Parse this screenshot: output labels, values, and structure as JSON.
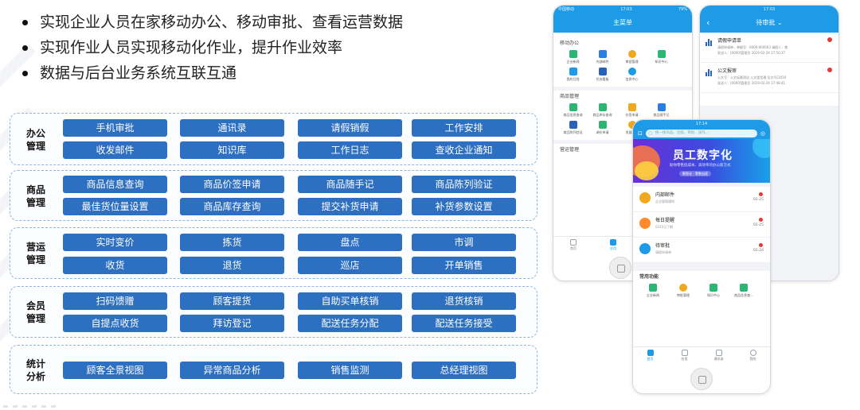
{
  "bullets": [
    "实现企业人员在家移动办公、移动审批、查看运营数据",
    "实现作业人员实现移动化作业，提升作业效率",
    "数据与后台业务系统互联互通"
  ],
  "groups": [
    {
      "title_line1": "办公",
      "title_line2": "管理",
      "buttons": [
        "手机审批",
        "通讯录",
        "请假销假",
        "工作安排",
        "收发邮件",
        "知识库",
        "工作日志",
        "查收企业通知"
      ]
    },
    {
      "title_line1": "商品",
      "title_line2": "管理",
      "buttons": [
        "商品信息查询",
        "商品价签申请",
        "商品随手记",
        "商品陈列验证",
        "最佳货位量设置",
        "商品库存查询",
        "提交补货申请",
        "补货参数设置"
      ]
    },
    {
      "title_line1": "营运",
      "title_line2": "管理",
      "buttons": [
        "实时变价",
        "拣货",
        "盘点",
        "市调",
        "收货",
        "退货",
        "巡店",
        "开单销售"
      ]
    },
    {
      "title_line1": "会员",
      "title_line2": "管理",
      "buttons": [
        "扫码馈赠",
        "顾客提货",
        "自助买单核销",
        "退货核销",
        "自提点收货",
        "拜访登记",
        "配送任务分配",
        "配送任务接受"
      ]
    },
    {
      "title_line1": "统计",
      "title_line2": "分析",
      "buttons": [
        "顾客全景视图",
        "异常商品分析",
        "销售监测",
        "总经理视图"
      ]
    }
  ],
  "phone_main": {
    "title": "主菜单",
    "status_left": "中国移动",
    "status_time": "17:03",
    "status_right": "79%",
    "section1": "移动办公",
    "office_items": [
      "企业新闻",
      "内部邮件",
      "审批管理",
      "知识中心",
      "我的日程",
      "任务看板",
      "信息中心"
    ],
    "section2": "商品管理",
    "goods_items": [
      "商品信息查询",
      "商品库存查询",
      "价签申请",
      "商品随手记",
      "商品陈列验证",
      "调价申请",
      "发展补货"
    ],
    "section3": "营运管理",
    "nav": [
      "首页",
      "应用"
    ]
  },
  "phone_approval": {
    "title": "待审批",
    "status_time": "17:03",
    "items": [
      {
        "title": "请假申请单",
        "line1": "请假申请单，单据号：0000-000003 请假人：曾",
        "line2": "发送人：[0000]管理员    2019-02-24 17:50:37"
      },
      {
        "title": "公文报审",
        "line1": "公文号：公文标题测试 公文类型通 及文号[2019",
        "line2": "发送人：[0000]管理员    2019-02-24 17:48:41"
      }
    ]
  },
  "phone_front": {
    "status_time": "17:14",
    "search_placeholder": "搜一搜商品、功能、审批、操作...",
    "banner_title": "员工数字化",
    "banner_sub": "助你零售低成本、高效率的办公新方式",
    "banner_btn": "数智化 · 零售加速",
    "messages": [
      {
        "title": "内部邮件",
        "sub": "企业管理通知",
        "date": "02-25"
      },
      {
        "title": "每日提醒",
        "sub": "0315日了解",
        "date": "02-25"
      },
      {
        "title": "待审批",
        "sub": "请假申请单",
        "date": "02-24"
      }
    ],
    "common_title": "常用功能",
    "common_items": [
      "企业新闻",
      "审批管理",
      "知识中心",
      "商品信息查..."
    ],
    "nav": [
      "首页",
      "应用",
      "通讯录",
      "我的"
    ]
  },
  "colors": {
    "button_blue": "#2d6fc0",
    "header_blue": "#1e9be6",
    "dashed_border": "#8fb6e0"
  }
}
